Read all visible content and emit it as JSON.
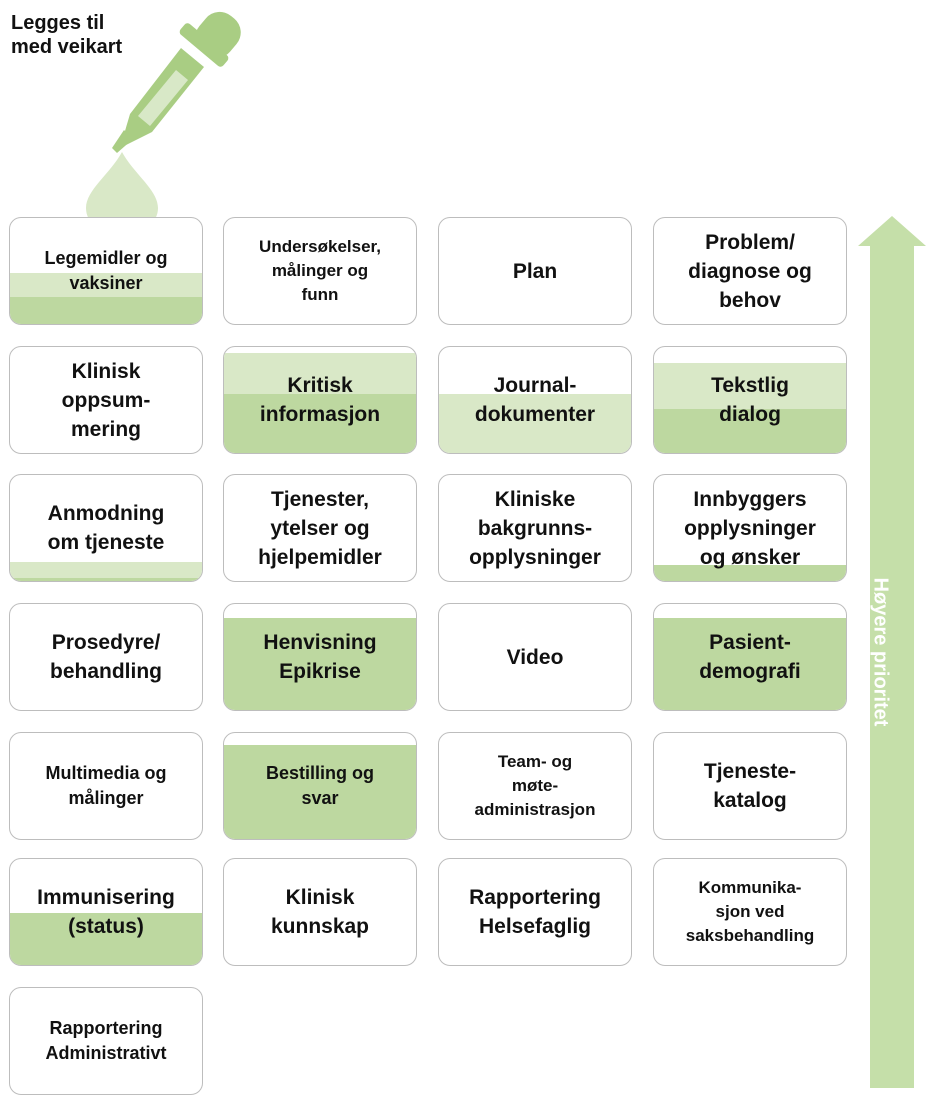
{
  "caption": {
    "line1": "Legges til",
    "line2": "med veikart"
  },
  "arrow_label": "Høyere prioritet",
  "colors": {
    "light_green": "#d9e8c7",
    "mid_green": "#bdd8a0",
    "border": "#bdbdbd",
    "dropper": "#a9cd83"
  },
  "cards": [
    {
      "lines": [
        "Legemidler og",
        "vaksiner"
      ],
      "fill_light": 0.22,
      "fill_dark": 0.25
    },
    {
      "lines": [
        "Undersøkelser,",
        "målinger og",
        "funn"
      ],
      "fill_light": 0,
      "fill_dark": 0
    },
    {
      "lines": [
        "Plan"
      ],
      "fill_light": 0,
      "fill_dark": 0
    },
    {
      "lines": [
        "Problem/",
        "diagnose og",
        "behov"
      ],
      "fill_light": 0,
      "fill_dark": 0
    },
    {
      "lines": [
        "Klinisk",
        "oppsum-",
        "mering"
      ],
      "fill_light": 0,
      "fill_dark": 0
    },
    {
      "lines": [
        "Kritisk",
        "informasjon"
      ],
      "fill_light": 0.38,
      "fill_dark": 0.55
    },
    {
      "lines": [
        "Journal-",
        "dokumenter"
      ],
      "fill_light": 0.55,
      "fill_dark": 0
    },
    {
      "lines": [
        "Tekstlig",
        "dialog"
      ],
      "fill_light": 0.43,
      "fill_dark": 0.41
    },
    {
      "lines": [
        "Anmodning",
        "om tjeneste"
      ],
      "fill_light": 0.15,
      "fill_dark": 0.03
    },
    {
      "lines": [
        "Tjenester,",
        "ytelser og",
        "hjelpemidler"
      ],
      "fill_light": 0,
      "fill_dark": 0
    },
    {
      "lines": [
        "Kliniske",
        "bakgrunns-",
        "opplysninger"
      ],
      "fill_light": 0,
      "fill_dark": 0
    },
    {
      "lines": [
        "Innbyggers",
        "opplysninger",
        "og ønsker"
      ],
      "fill_light": 0,
      "fill_dark": 0.15
    },
    {
      "lines": [
        "Prosedyre/",
        "behandling"
      ],
      "fill_light": 0,
      "fill_dark": 0
    },
    {
      "lines": [
        "Henvisning",
        "Epikrise"
      ],
      "fill_light": 0,
      "fill_dark": 0.85
    },
    {
      "lines": [
        "Video"
      ],
      "fill_light": 0,
      "fill_dark": 0
    },
    {
      "lines": [
        "Pasient-",
        "demografi"
      ],
      "fill_light": 0,
      "fill_dark": 0.85
    },
    {
      "lines": [
        "Multimedia og",
        "målinger"
      ],
      "fill_light": 0,
      "fill_dark": 0
    },
    {
      "lines": [
        "Bestilling og",
        "svar"
      ],
      "fill_light": 0,
      "fill_dark": 0.87
    },
    {
      "lines": [
        "Team- og",
        "møte-",
        "administrasjon"
      ],
      "fill_light": 0,
      "fill_dark": 0
    },
    {
      "lines": [
        "Tjeneste-",
        "katalog"
      ],
      "fill_light": 0,
      "fill_dark": 0
    },
    {
      "lines": [
        "Immunisering",
        "(status)"
      ],
      "fill_light": 0,
      "fill_dark": 0.48
    },
    {
      "lines": [
        "Klinisk",
        "kunnskap"
      ],
      "fill_light": 0,
      "fill_dark": 0
    },
    {
      "lines": [
        "Rapportering",
        "Helsefaglig"
      ],
      "fill_light": 0,
      "fill_dark": 0
    },
    {
      "lines": [
        "Kommunika-",
        "sjon ved",
        "saksbehandling"
      ],
      "fill_light": 0,
      "fill_dark": 0
    },
    {
      "lines": [
        "Rapportering",
        "Administrativt"
      ],
      "fill_light": 0,
      "fill_dark": 0
    }
  ]
}
